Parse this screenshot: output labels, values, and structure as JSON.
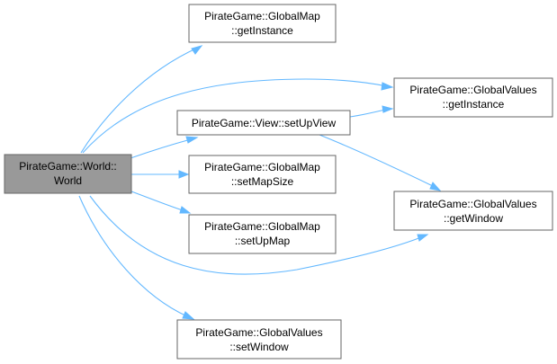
{
  "colors": {
    "edge": "#63b8ff",
    "node_border": "#666666",
    "root_fill": "#999999",
    "node_fill": "#ffffff"
  },
  "nodes": {
    "world": {
      "line1": "PirateGame::World::",
      "line2": "World"
    },
    "globalmap_getinstance": {
      "line1": "PirateGame::GlobalMap",
      "line2": "::getInstance"
    },
    "globalvalues_getinstance": {
      "line1": "PirateGame::GlobalValues",
      "line2": "::getInstance"
    },
    "view_setupview": {
      "line1": "PirateGame::View::setUpView"
    },
    "globalmap_setmapsize": {
      "line1": "PirateGame::GlobalMap",
      "line2": "::setMapSize"
    },
    "globalvalues_getwindow": {
      "line1": "PirateGame::GlobalValues",
      "line2": "::getWindow"
    },
    "globalmap_setupmap": {
      "line1": "PirateGame::GlobalMap",
      "line2": "::setUpMap"
    },
    "globalvalues_setwindow": {
      "line1": "PirateGame::GlobalValues",
      "line2": "::setWindow"
    }
  }
}
